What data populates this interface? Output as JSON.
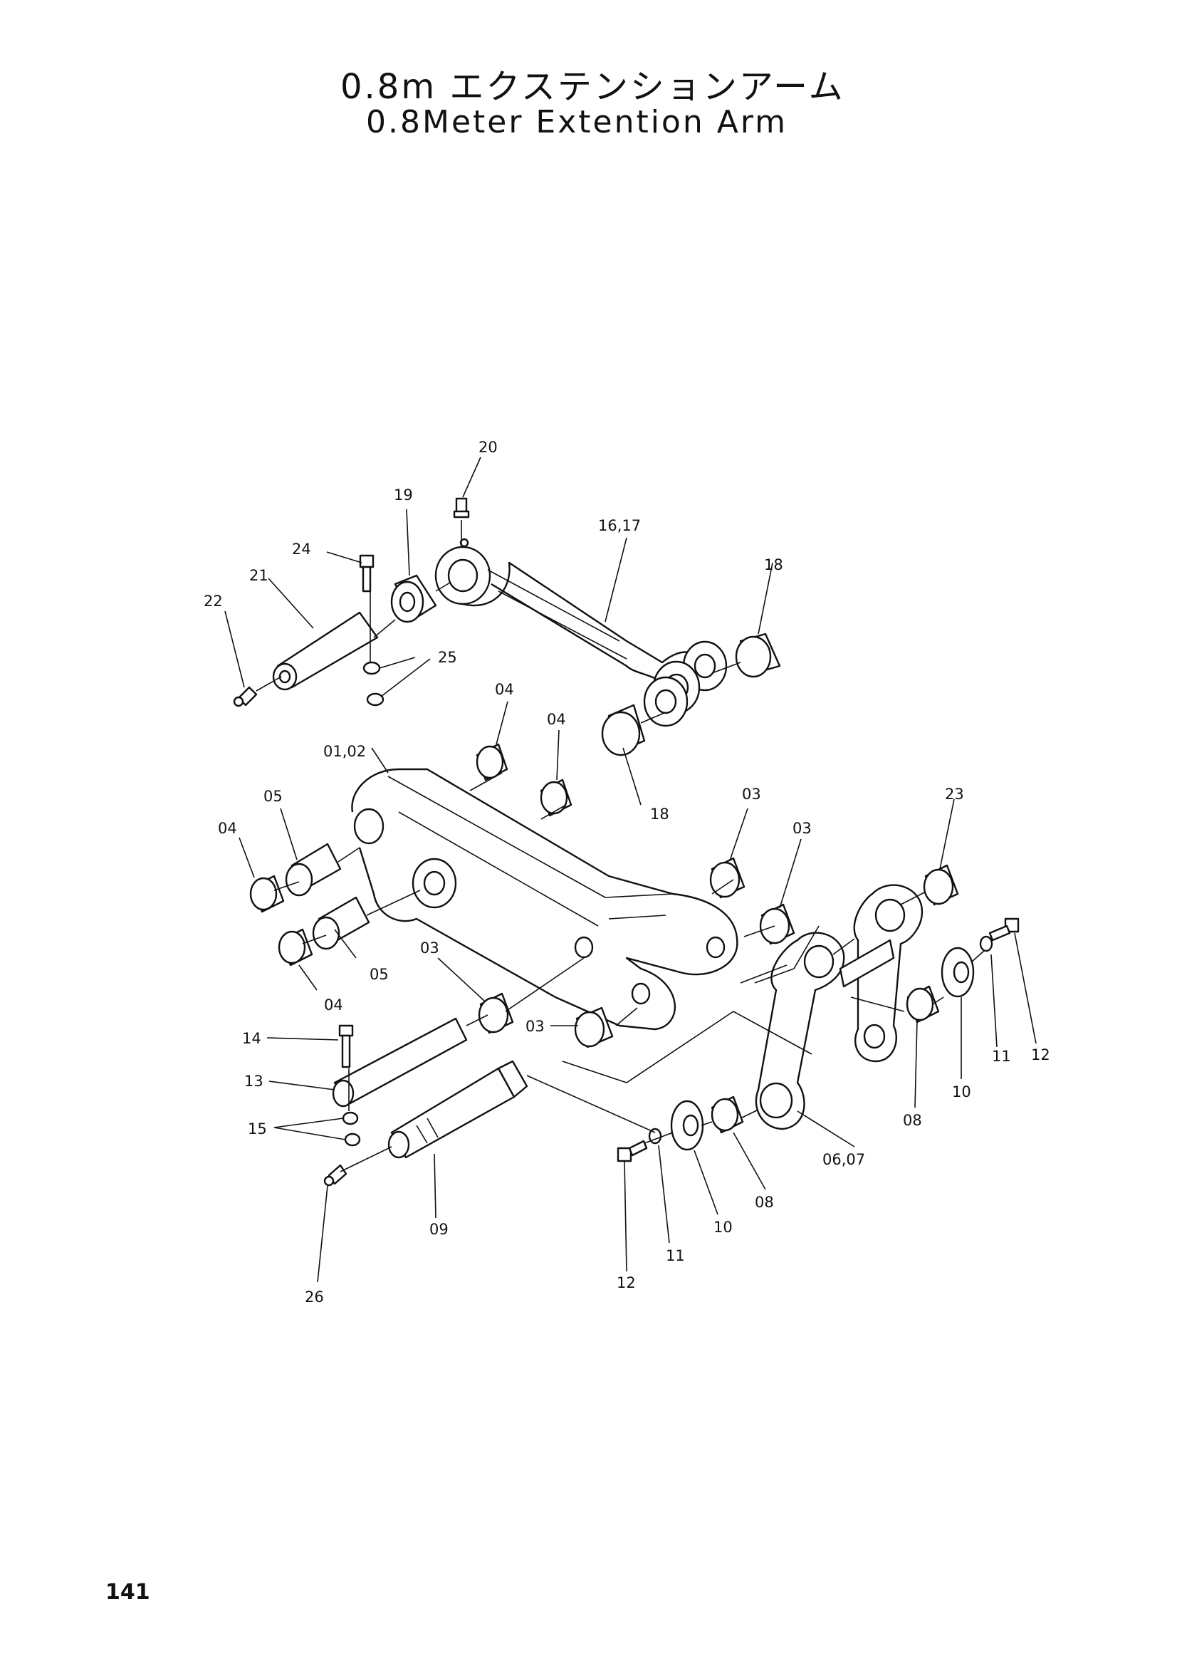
{
  "page": {
    "title_jp": "0.8m エクステンションアーム",
    "title_en": "0.8Meter Extention Arm",
    "page_number": "141"
  },
  "callouts": {
    "c01_02": "01,02",
    "c03a": "03",
    "c03b": "03",
    "c03c": "03",
    "c03d": "03",
    "c04a": "04",
    "c04b": "04",
    "c04c": "04",
    "c04d": "04",
    "c05a": "05",
    "c05b": "05",
    "c06_07": "06,07",
    "c08a": "08",
    "c08b": "08",
    "c09": "09",
    "c10a": "10",
    "c10b": "10",
    "c11a": "11",
    "c11b": "11",
    "c12a": "12",
    "c12b": "12",
    "c13": "13",
    "c14": "14",
    "c15": "15",
    "c16_17": "16,17",
    "c18a": "18",
    "c18b": "18",
    "c19": "19",
    "c20": "20",
    "c21": "21",
    "c22": "22",
    "c23": "23",
    "c24": "24",
    "c25": "25",
    "c26": "26"
  }
}
